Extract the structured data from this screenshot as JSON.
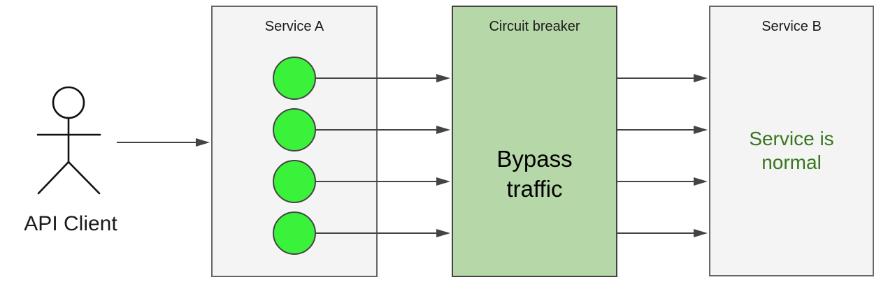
{
  "diagram": {
    "type": "architecture-flow",
    "description_visible_text_only": true
  },
  "actors": {
    "api_client": {
      "label": "API Client",
      "icon": "stick-figure-icon"
    }
  },
  "boxes": {
    "service_a": {
      "title": "Service A",
      "instance_count": 4,
      "instance_status_color": "#3bf23b"
    },
    "circuit_breaker": {
      "title": "Circuit breaker",
      "body": "Bypass\ntraffic"
    },
    "service_b": {
      "title": "Service B",
      "status": "Service is\nnormal"
    }
  },
  "edges": [
    {
      "from": "api-client",
      "to": "service-a",
      "count": 1
    },
    {
      "from": "service-a",
      "to": "circuit-breaker",
      "count": 4
    },
    {
      "from": "circuit-breaker",
      "to": "service-b",
      "count": 4
    }
  ],
  "colors": {
    "instance_green": "#3bf23b",
    "instance_border": "#444444",
    "breaker_fill": "#b6d7a8",
    "breaker_border": "#434343",
    "service_fill": "#f4f4f4",
    "service_border": "#666666",
    "connector": "#444444",
    "status_green": "#38761d",
    "text_dark": "#1a1a1a"
  }
}
